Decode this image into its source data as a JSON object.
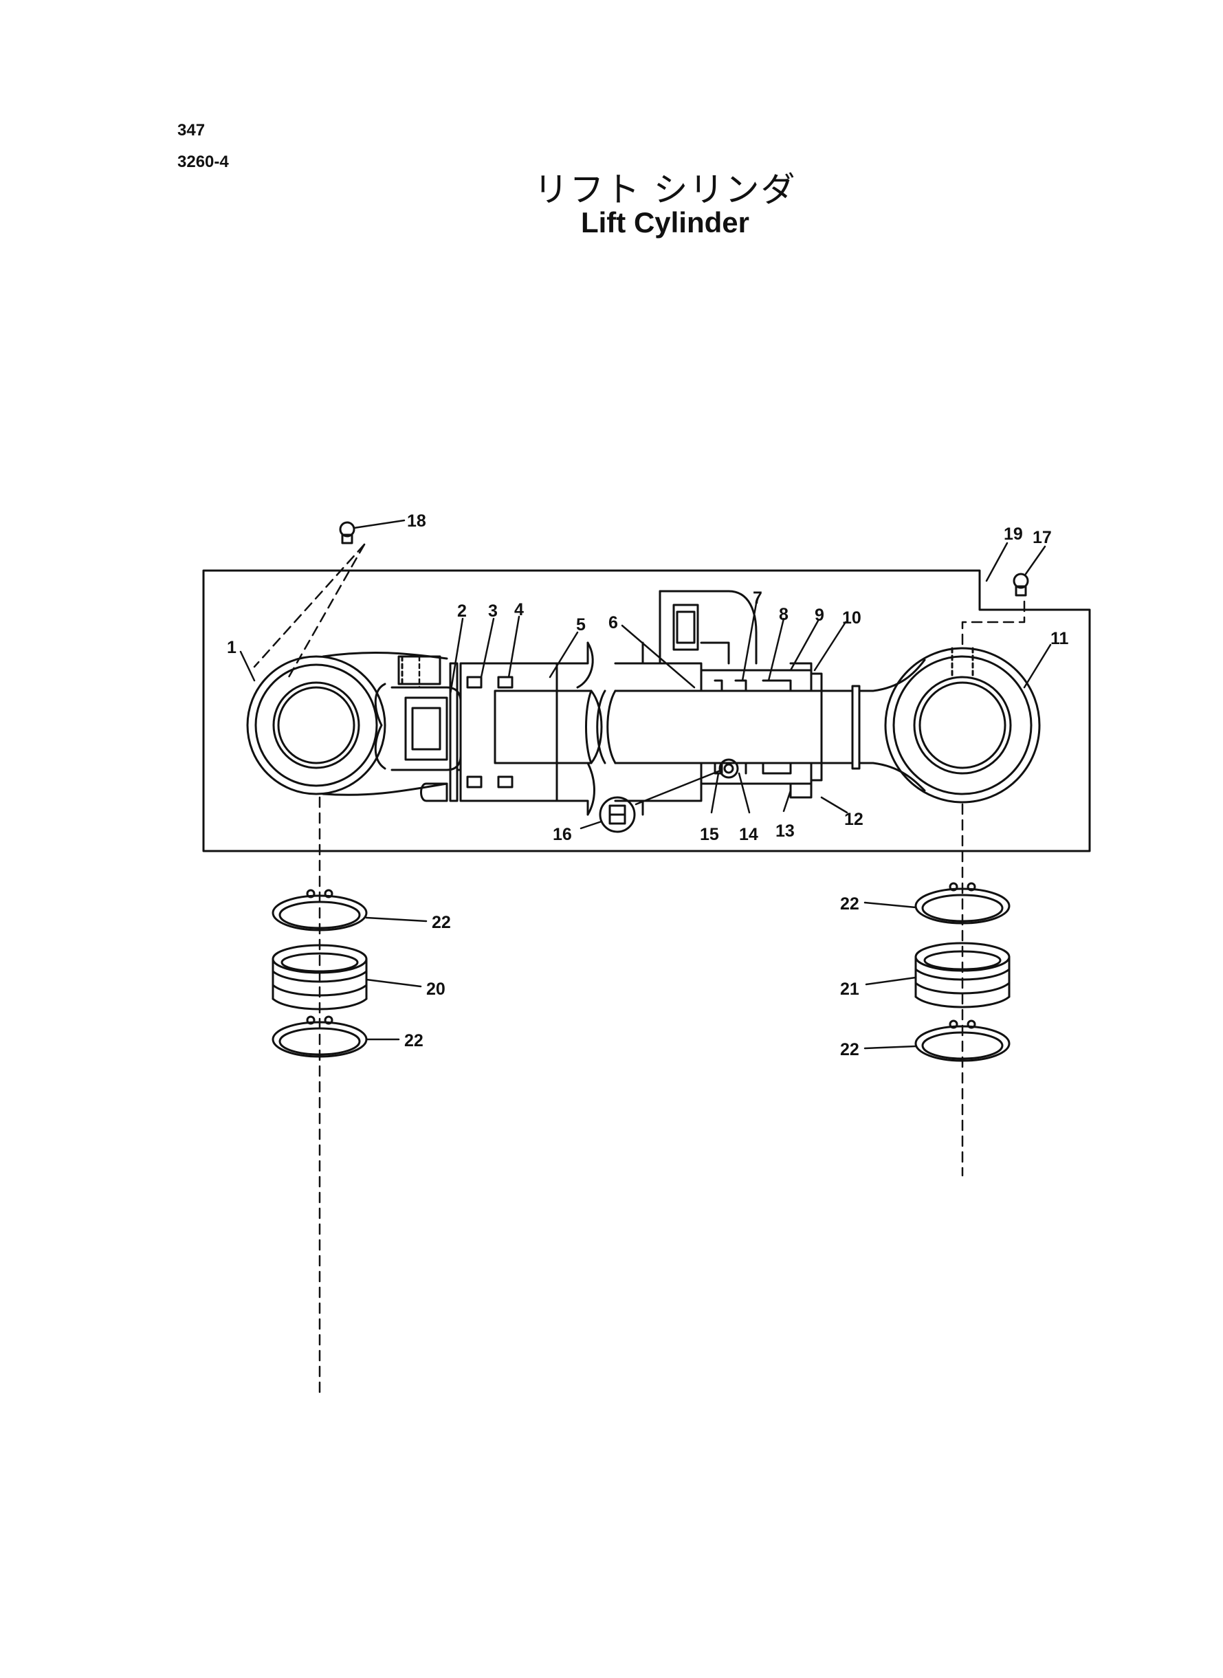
{
  "header": {
    "page_number": "347",
    "group_code": "3260-4",
    "title_japanese": "リフト シリンダ",
    "title_english": "Lift Cylinder"
  },
  "callouts": {
    "c1": "1",
    "c2": "2",
    "c3": "3",
    "c4": "4",
    "c5": "5",
    "c6": "6",
    "c7": "7",
    "c8": "8",
    "c9": "9",
    "c10": "10",
    "c11": "11",
    "c12": "12",
    "c13": "13",
    "c14": "14",
    "c15": "15",
    "c16": "16",
    "c17": "17",
    "c18": "18",
    "c19": "19",
    "c20": "20",
    "c21": "21",
    "c22a": "22",
    "c22b": "22",
    "c22c": "22",
    "c22d": "22"
  }
}
